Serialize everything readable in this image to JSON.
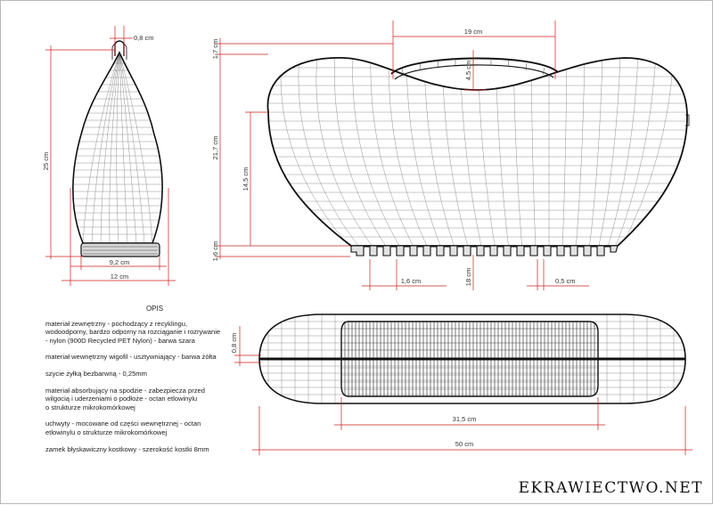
{
  "dimensions": {
    "side_top_thickness": "0,8 cm",
    "side_height": "25 cm",
    "side_base_width": "9,2 cm",
    "side_total_width": "12 cm",
    "front_handle_width": "19 cm",
    "front_top_dim": "1,7 cm",
    "front_handle_height": "4,5 cm",
    "front_body_height": "21,7 cm",
    "front_side_height": "14,5 cm",
    "front_bottom_dim": "1,6 cm",
    "front_total_height": "18 cm",
    "front_tooth_pitch": "1,6 cm",
    "front_tooth_gap": "0,5 cm",
    "top_thickness": "0,8 cm",
    "top_inner_width": "31,5 cm",
    "top_total_width": "50 cm"
  },
  "description": {
    "title": "OPIS",
    "items": [
      "materiał zewnętrzny - pochodzący z recyklingu,\nwodoodporny, bardzo odporny na rozciąganie i rozrywanie\n- nylon (900D Recycled PET Nylon) - barwa szara",
      "materiał wewnętrzny wigofil - usztywniający - barwa żółta",
      "szycie żyłką bezbarwną - 0,25mm",
      "materiał absorbujący na spodzie - zabezpiecza przed\nwilgocią i uderzeniami o podłoże - octan etlowinylu\no strukturze mikrokomórkowej",
      "uchwyty - mocowane od części wewnętrznej - octan\netlowinylu o strukturze mikrokomórkowej",
      "zamek błyskawiczny kostkowy - szerokość kostki 8mm"
    ]
  },
  "brand": "EKRAWIECTWO.NET",
  "colors": {
    "dimension_line": "#cc1f1f",
    "outline": "#111111",
    "mesh": "#555555"
  }
}
